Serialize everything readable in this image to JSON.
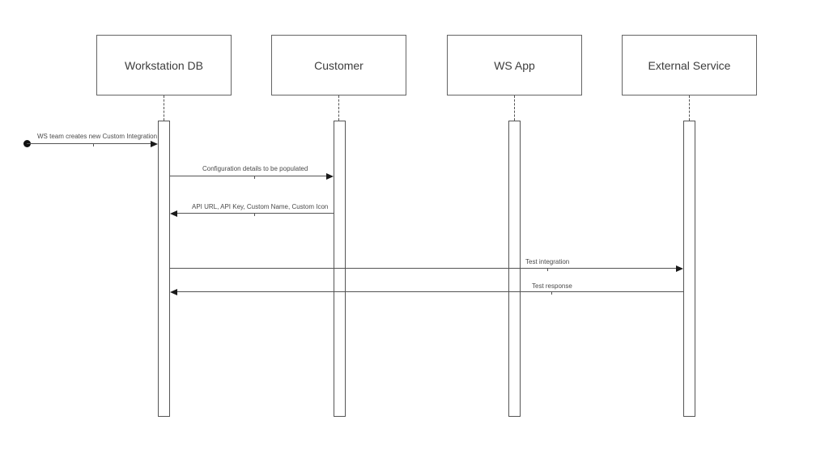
{
  "diagram": {
    "type": "sequence-diagram",
    "background_color": "#ffffff",
    "line_color": "#545454",
    "arrow_color": "#1a1a1a",
    "actor_text_color": "#3d3d3d",
    "message_text_color": "#4a4a4a",
    "actors": [
      {
        "label": "Workstation DB"
      },
      {
        "label": "Customer"
      },
      {
        "label": "WS App"
      },
      {
        "label": "External Service"
      }
    ],
    "messages": [
      {
        "label": "WS team creates new Custom Integration",
        "from": "start-node",
        "to": "Workstation DB",
        "direction": "right"
      },
      {
        "label": "Configuration details to be populated",
        "from": "Workstation DB",
        "to": "Customer",
        "direction": "right"
      },
      {
        "label": "API URL, API Key, Custom Name, Custom Icon",
        "from": "Customer",
        "to": "Workstation DB",
        "direction": "left"
      },
      {
        "label": "Test integration",
        "from": "Workstation DB",
        "to": "External Service",
        "direction": "right"
      },
      {
        "label": "Test response",
        "from": "External Service",
        "to": "Workstation DB",
        "direction": "left"
      }
    ]
  }
}
